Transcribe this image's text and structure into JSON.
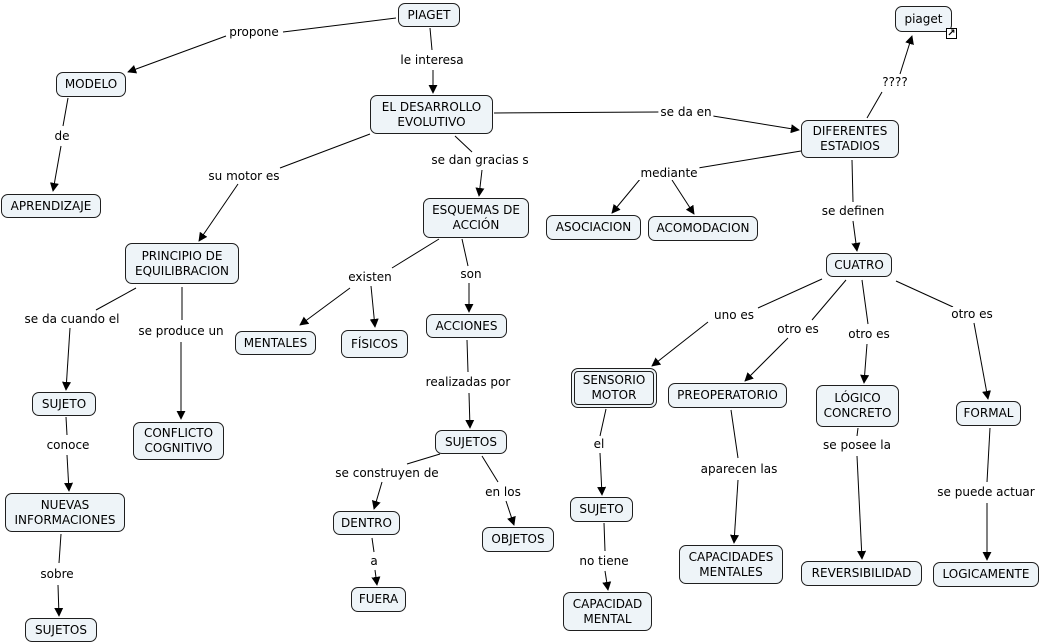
{
  "nodes": {
    "piaget_main": "PIAGET",
    "modelo": "MODELO",
    "aprendizaje": "APRENDIZAJE",
    "desarrollo": "EL DESARROLLO\nEVOLUTIVO",
    "estadios": "DIFERENTES\nESTADIOS",
    "piaget_link": "piaget",
    "principio": "PRINCIPIO DE\nEQUILIBRACION",
    "esquemas": "ESQUEMAS DE\nACCIÓN",
    "asociacion": "ASOCIACION",
    "acomodacion": "ACOMODACION",
    "cuatro": "CUATRO",
    "mentales": "MENTALES",
    "fisicos": "FÍSICOS",
    "acciones": "ACCIONES",
    "sujeto1": "SUJETO",
    "conflicto": "CONFLICTO\nCOGNITIVO",
    "nuevas": "NUEVAS\nINFORMACIONES",
    "sujetos1": "SUJETOS",
    "sujetos2": "SUJETOS",
    "dentro": "DENTRO",
    "fuera": "FUERA",
    "objetos": "OBJETOS",
    "sensorio": "SENSORIO\nMOTOR",
    "preoperatorio": "PREOPERATORIO",
    "logico": "LÓGICO\nCONCRETO",
    "formal": "FORMAL",
    "sujeto2": "SUJETO",
    "capacidad": "CAPACIDAD\nMENTAL",
    "capacidades": "CAPACIDADES\nMENTALES",
    "reversibilidad": "REVERSIBILIDAD",
    "logicamente": "LOGICAMENTE"
  },
  "labels": {
    "propone": "propone",
    "le_interesa": "le interesa",
    "de": "de",
    "se_da_en": "se da en",
    "interrogacion": "????",
    "su_motor_es": "su motor es",
    "se_dan_gracias": "se dan gracias s",
    "mediante": "mediante",
    "se_definen": "se definen",
    "existen": "existen",
    "son": "son",
    "se_da_cuando": "se da cuando el",
    "se_produce": "se produce un",
    "conoce": "conoce",
    "sobre": "sobre",
    "realizadas_por": "realizadas por",
    "se_construyen": "se construyen de",
    "en_los": "en los",
    "a": "a",
    "uno_es": "uno es",
    "otro_es_1": "otro es",
    "otro_es_2": "otro es",
    "otro_es_3": "otro es",
    "el": "el",
    "no_tiene": "no tiene",
    "aparecen_las": "aparecen las",
    "se_posee_la": "se posee la",
    "se_puede_actuar": "se puede actuar"
  },
  "icons": {
    "piaget_link": "external-link-icon"
  }
}
